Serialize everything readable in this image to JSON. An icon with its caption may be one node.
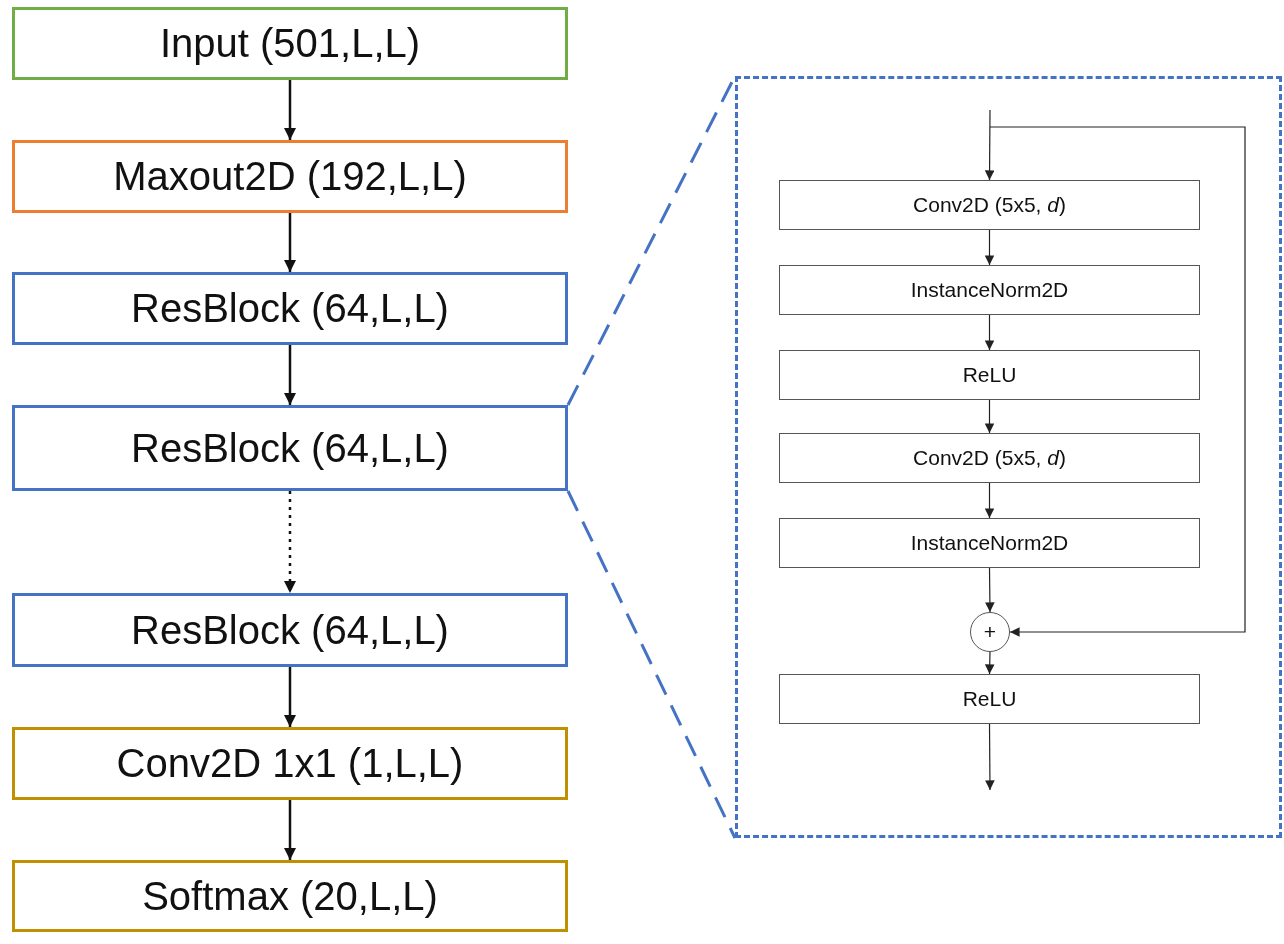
{
  "diagram": {
    "nodes": [
      {
        "text": [
          "Input (501,L,L)"
        ]
      },
      {
        "text": [
          "Maxout2D (192,L,L)"
        ]
      },
      {
        "text": [
          "ResBlock (64,L,L)"
        ]
      },
      {
        "text": [
          "ResBlock (64,L,L)"
        ]
      },
      {
        "text": [
          "ResBlock (64,L,L)"
        ]
      },
      {
        "text": [
          "Conv2D 1x1 (1,L,L)"
        ]
      },
      {
        "text": [
          "Softmax (20,L,L)"
        ]
      },
      {
        "text": [],
        "shape": "box"
      },
      {
        "text": [
          "Conv2D (5x5, *d*)"
        ],
        "in": 7
      },
      {
        "text": [
          "InstanceNorm2D"
        ],
        "in": 7
      },
      {
        "text": [
          "ReLU"
        ],
        "in": 7
      },
      {
        "text": [
          "Conv2D (5x5, *d*)"
        ],
        "in": 7
      },
      {
        "text": [
          "InstanceNorm2D"
        ],
        "in": 7
      },
      {
        "text": [
          "+"
        ],
        "in": 7
      },
      {
        "text": [
          "ReLU"
        ],
        "in": 7
      }
    ],
    "edges": [
      {
        "from": 0,
        "to": 1,
        "arrow": "to"
      },
      {
        "from": 1,
        "to": 2,
        "arrow": "to"
      },
      {
        "from": 2,
        "to": 3,
        "arrow": "to"
      },
      {
        "from": 3,
        "to": 4,
        "arrow": "to",
        "style": "dashed"
      },
      {
        "from": 4,
        "to": 5,
        "arrow": "to"
      },
      {
        "from": 5,
        "to": 6,
        "arrow": "to"
      },
      {
        "from": 3,
        "to": 7,
        "arrow": "none",
        "style": "dashed",
        "color": "#4472c4"
      },
      {
        "from": 3,
        "to": 7,
        "arrow": "none",
        "style": "dashed",
        "color": "#4472c4"
      },
      {
        "from": null,
        "to": 8,
        "arrow": "to"
      },
      {
        "from": null,
        "to": 13,
        "arrow": "to"
      },
      {
        "from": 8,
        "to": 9,
        "arrow": "to"
      },
      {
        "from": 9,
        "to": 10,
        "arrow": "to"
      },
      {
        "from": 10,
        "to": 11,
        "arrow": "to"
      },
      {
        "from": 11,
        "to": 12,
        "arrow": "to"
      },
      {
        "from": 12,
        "to": 13,
        "arrow": "to"
      },
      {
        "from": 13,
        "to": 14,
        "arrow": "to"
      },
      {
        "from": 14,
        "to": null,
        "arrow": "to"
      }
    ]
  }
}
